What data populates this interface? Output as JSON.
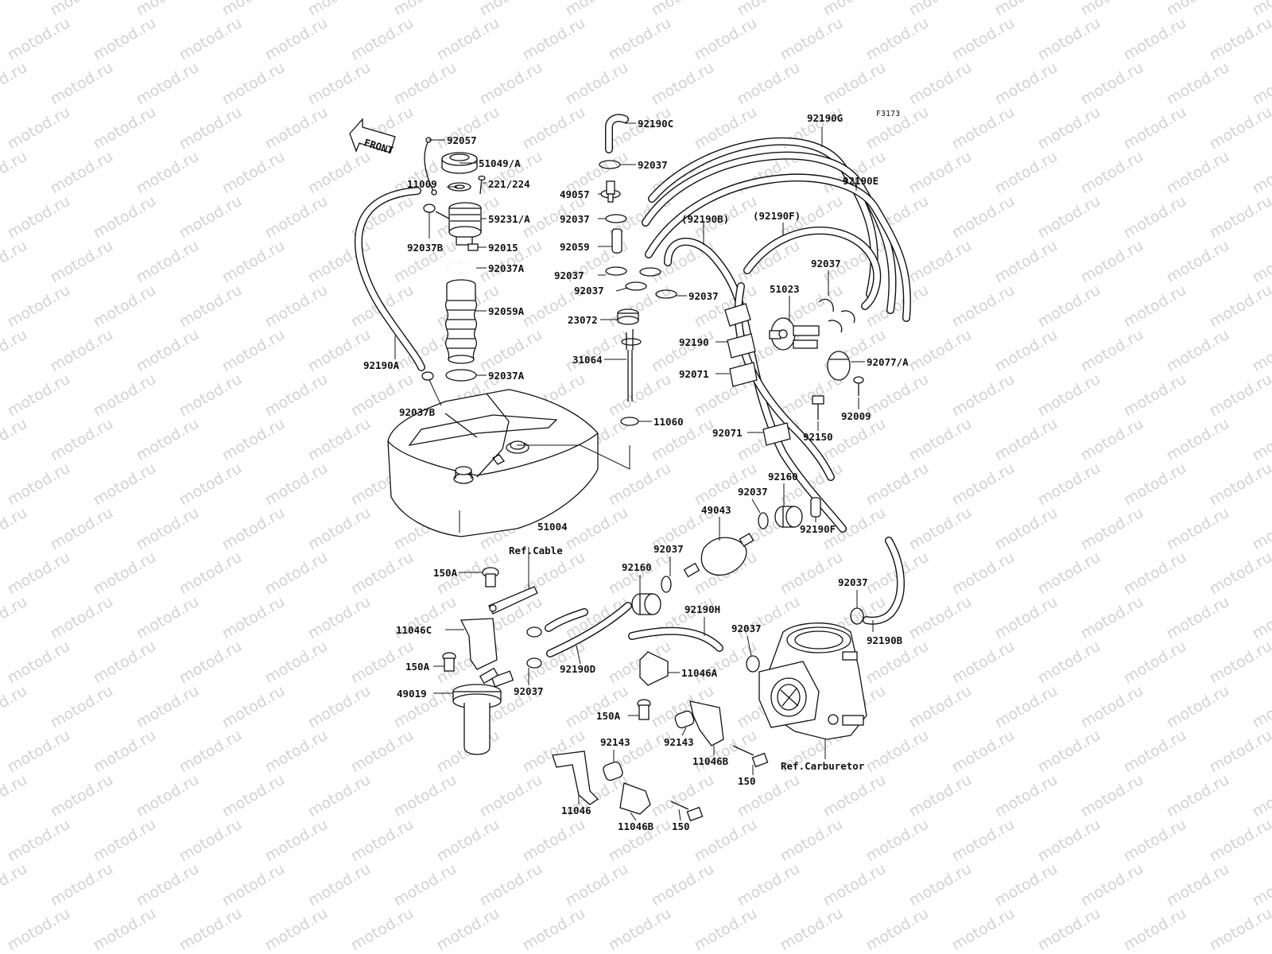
{
  "watermark": {
    "text": "motod.ru"
  },
  "sheet_code": "F3173",
  "front_arrow": {
    "label": "FRONT"
  },
  "references": {
    "cable": "Ref.Cable",
    "carburetor": "Ref.Carburetor"
  },
  "part_labels": [
    "92057",
    "51049/A",
    "11009",
    "221/224",
    "59231/A",
    "92037B",
    "92015",
    "92037A",
    "92059A",
    "92190A",
    "92037A",
    "92037B",
    "92190C",
    "92037",
    "49057",
    "92037",
    "92059",
    "92037",
    "92037",
    "92037",
    "23072",
    "31064",
    "11060",
    "51004",
    "92190G",
    "92190E",
    "(92190B)",
    "(92190F)",
    "92037",
    "51023",
    "92190",
    "92077/A",
    "92071",
    "92009",
    "92150",
    "92071",
    "92160",
    "92037",
    "49043",
    "92190F",
    "92037",
    "92160",
    "92190H",
    "92037",
    "92037",
    "92190B",
    "150A",
    "11046C",
    "150A",
    "49019",
    "92190D",
    "92037",
    "11046A",
    "150A",
    "92143",
    "92143",
    "11046B",
    "150",
    "11046",
    "11046B",
    "150"
  ]
}
